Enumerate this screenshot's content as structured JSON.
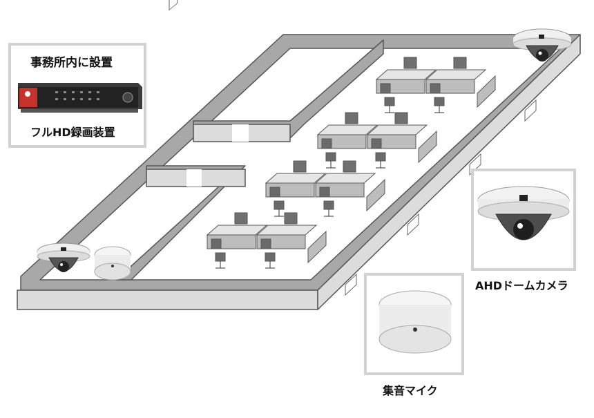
{
  "labels": {
    "office_install": "事務所内に設置",
    "recorder": "フルHD録画装置",
    "dome_camera": "AHDドームカメラ",
    "microphone": "集音マイク"
  },
  "colors": {
    "wall_top": "#a8a8a8",
    "wall_side": "#dcdcdc",
    "wall_edge": "#555555",
    "frame_border": "#d2d2d2",
    "recorder_red": "#c8322d",
    "recorder_body": "#2b2b2b"
  },
  "icons": [
    "dvr-recorder-icon",
    "dome-camera-icon",
    "microphone-icon",
    "desk-icon",
    "chair-icon",
    "monitor-icon"
  ]
}
